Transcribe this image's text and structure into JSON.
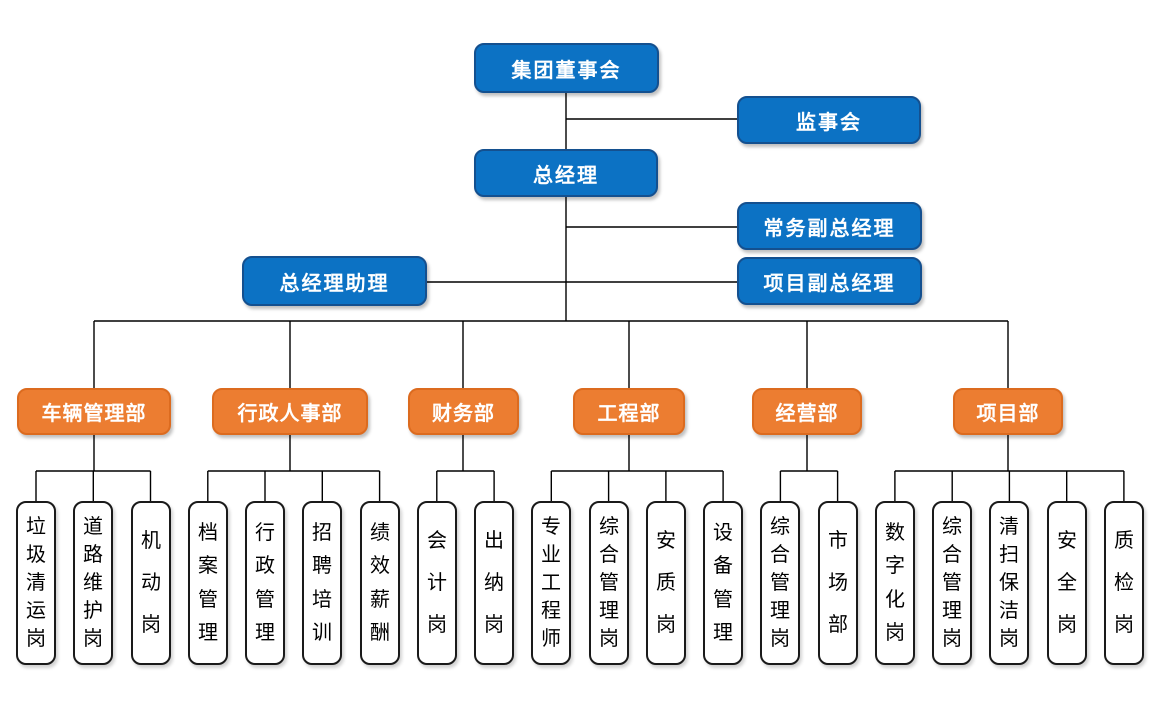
{
  "colors": {
    "executive_fill": "#0C72C4",
    "executive_border": "#14508F",
    "department_fill": "#EC7D31",
    "department_border": "#DC6B1F",
    "position_fill": "#FFFFFF",
    "position_border": "#1A1A1A",
    "connector": "#000000",
    "text_light": "#FFFFFF",
    "text_dark": "#000000"
  },
  "executive": {
    "board": "集团董事会",
    "supervisory": "监事会",
    "general_manager": "总经理",
    "executive_deputy_gm": "常务副总经理",
    "gm_assistant": "总经理助理",
    "project_deputy_gm": "项目副总经理"
  },
  "departments": [
    {
      "name": "车辆管理部",
      "positions": [
        "垃圾清运岗",
        "道路维护岗",
        "机动岗"
      ]
    },
    {
      "name": "行政人事部",
      "positions": [
        "档案管理",
        "行政管理",
        "招聘培训",
        "绩效薪酬"
      ]
    },
    {
      "name": "财务部",
      "positions": [
        "会计岗",
        "出纳岗"
      ]
    },
    {
      "name": "工程部",
      "positions": [
        "专业工程师",
        "综合管理岗",
        "安质岗",
        "设备管理"
      ]
    },
    {
      "name": "经营部",
      "positions": [
        "综合管理岗",
        "市场部"
      ]
    },
    {
      "name": "项目部",
      "positions": [
        "数字化岗",
        "综合管理岗",
        "清扫保洁岗",
        "安全岗",
        "质检岗"
      ]
    }
  ]
}
